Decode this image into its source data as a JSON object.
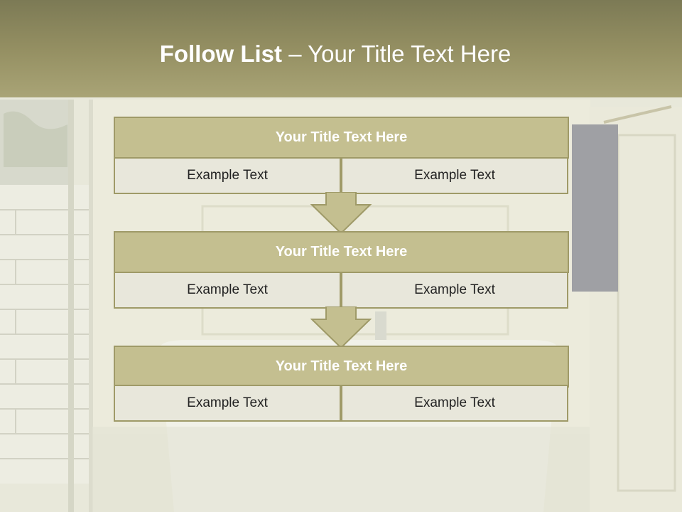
{
  "slide": {
    "title_bold": "Follow List",
    "title_rest": " – Your Title Text Here"
  },
  "blocks": [
    {
      "title": "Your Title Text Here",
      "left": "Example Text",
      "right": "Example Text"
    },
    {
      "title": "Your Title Text Here",
      "left": "Example Text",
      "right": "Example Text"
    },
    {
      "title": "Your Title Text Here",
      "left": "Example Text",
      "right": "Example Text"
    }
  ],
  "colors": {
    "header": "#948f62",
    "block_title_fill": "#c4bf90",
    "block_border": "#9f9a68",
    "cell_fill": "#e8e7db",
    "arrow_fill": "#c4bf90"
  }
}
